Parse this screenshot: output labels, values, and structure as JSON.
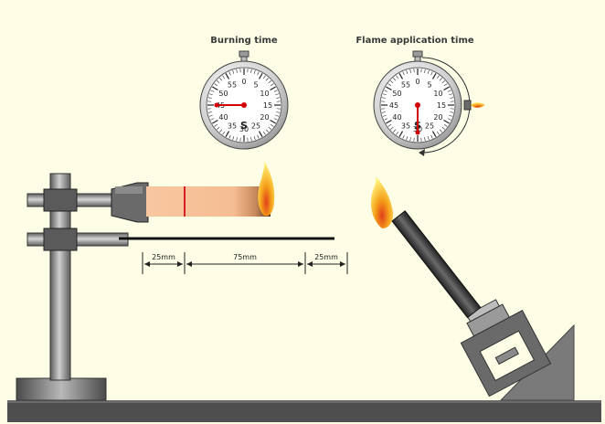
{
  "watches": {
    "burning": {
      "title": "Burning time",
      "unit": "S",
      "labels": [
        "0",
        "5",
        "10",
        "15",
        "20",
        "25",
        "30",
        "35",
        "40",
        "45",
        "50",
        "55"
      ],
      "hand_seconds": 45
    },
    "flame": {
      "title": "Flame application time",
      "unit": "S",
      "labels": [
        "0",
        "5",
        "10",
        "15",
        "20",
        "25",
        "30",
        "35",
        "40",
        "45",
        "50",
        "55"
      ],
      "hand_seconds": 30
    }
  },
  "dimensions": {
    "first": "25mm",
    "second": "75mm",
    "third": "25mm"
  },
  "colors": {
    "background": "#fefde6",
    "hand": "#d40000",
    "specimen": "#f7c39a",
    "mark": "#d6202a",
    "metal": "#8a8a8a",
    "dark_metal": "#4d4d4d"
  }
}
